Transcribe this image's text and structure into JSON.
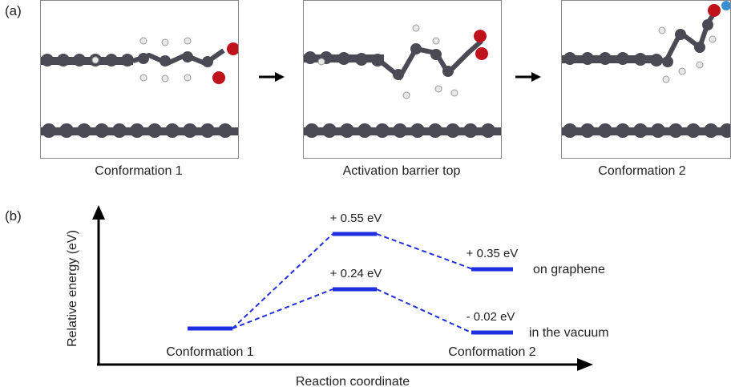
{
  "panels": {
    "a_label": "(a)",
    "b_label": "(b)"
  },
  "structures": [
    {
      "id": "conf1",
      "caption": "Conformation 1"
    },
    {
      "id": "ts",
      "caption": "Activation barrier top"
    },
    {
      "id": "conf2",
      "caption": "Conformation 2"
    }
  ],
  "diagram": {
    "ylabel": "Relative energy (eV)",
    "xlabel": "Reaction coordinate",
    "states": {
      "conf1": "Conformation 1",
      "conf2": "Conformation 2"
    },
    "series": [
      {
        "name": "on graphene",
        "ts_energy_label": "+ 0.55 eV",
        "final_energy_label": "+ 0.35 eV",
        "ts_energy": 0.55,
        "final_energy": 0.35
      },
      {
        "name": "in the vacuum",
        "ts_energy_label": "+ 0.24 eV",
        "final_energy_label": "- 0.02 eV",
        "ts_energy": 0.24,
        "final_energy": -0.02
      }
    ],
    "level_color": "#1f2fe0",
    "axis_color": "#000000"
  },
  "colors": {
    "carbon": "#4a4a55",
    "oxygen": "#c0121b",
    "hydrogen": "#e8e8e8",
    "nitrogen": "#3a8fd0"
  }
}
